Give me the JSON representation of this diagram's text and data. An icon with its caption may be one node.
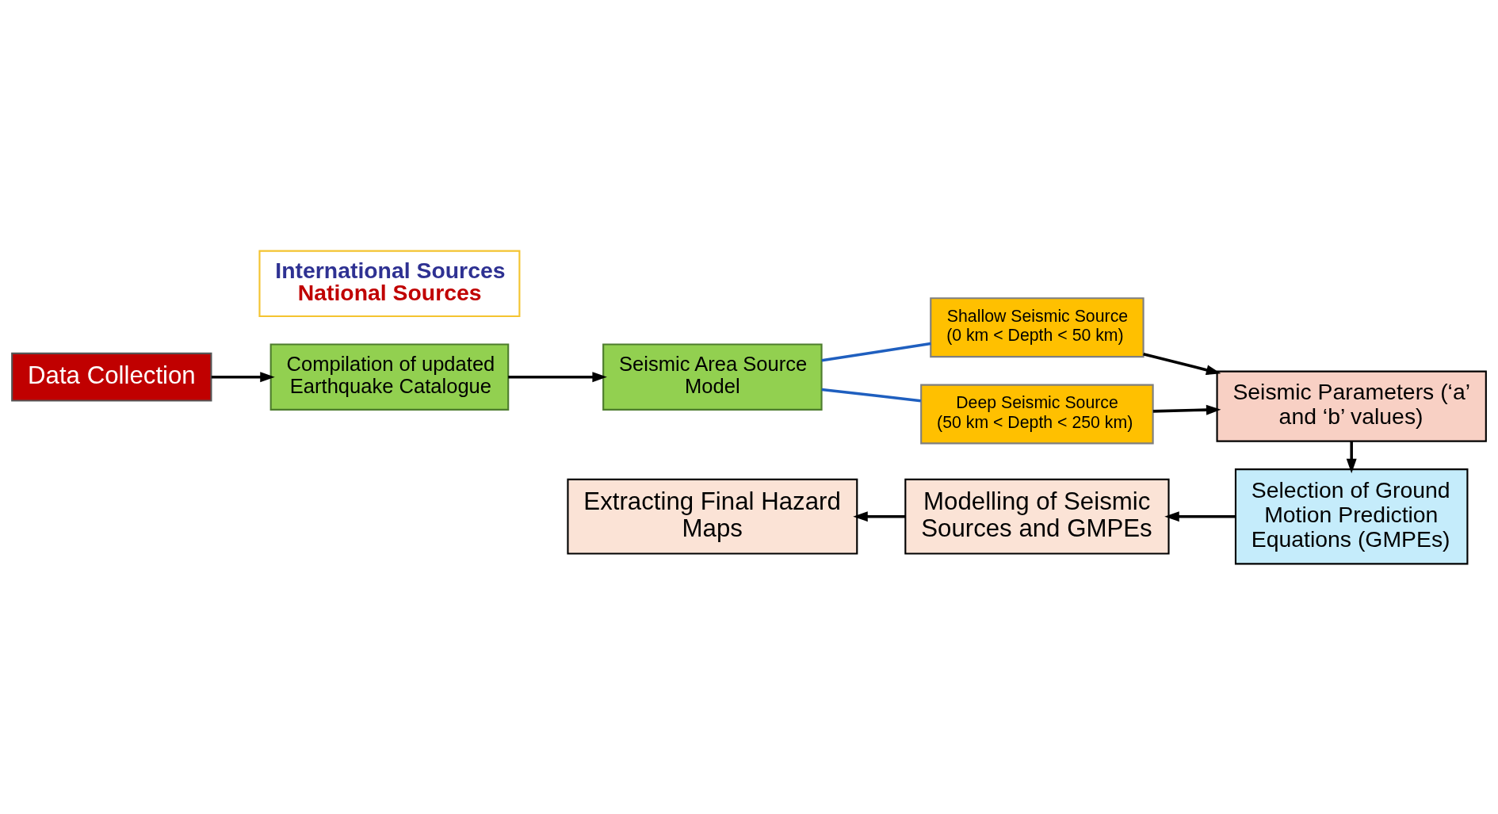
{
  "diagram": {
    "nodes": [
      {
        "text": [
          "Data Collection"
        ]
      },
      {
        "text": [
          "International Sources",
          "National Sources"
        ]
      },
      {
        "text": [
          "Compilation of updated Earthquake Catalogue"
        ]
      },
      {
        "text": [
          "Seismic Area Source Model"
        ]
      },
      {
        "text": [
          "Shallow Seismic Source",
          "(0 km < Depth < 50 km)"
        ]
      },
      {
        "text": [
          "Deep Seismic Source",
          "(50 km < Depth < 250 km)"
        ]
      },
      {
        "text": [
          "Seismic Parameters (‘a’ and ‘b’ values)"
        ]
      },
      {
        "text": [
          "Selection of Ground Motion Prediction Equations (GMPEs)"
        ]
      },
      {
        "text": [
          "Modelling of Seismic Sources and GMPEs"
        ]
      },
      {
        "text": [
          "Extracting Final Hazard Maps"
        ]
      }
    ],
    "edges": [
      {
        "from": 0,
        "to": 2,
        "arrow": "to"
      },
      {
        "from": 2,
        "to": 3,
        "arrow": "to"
      },
      {
        "from": 3,
        "to": 4,
        "arrow": "none",
        "color": "#1f5fbf"
      },
      {
        "from": 3,
        "to": 5,
        "arrow": "none",
        "color": "#1f5fbf"
      },
      {
        "from": 4,
        "to": 6,
        "arrow": "to"
      },
      {
        "from": 5,
        "to": 6,
        "arrow": "to"
      },
      {
        "from": 6,
        "to": 7,
        "arrow": "to"
      },
      {
        "from": 7,
        "to": 8,
        "arrow": "to"
      },
      {
        "from": 8,
        "to": 9,
        "arrow": "to"
      }
    ]
  }
}
